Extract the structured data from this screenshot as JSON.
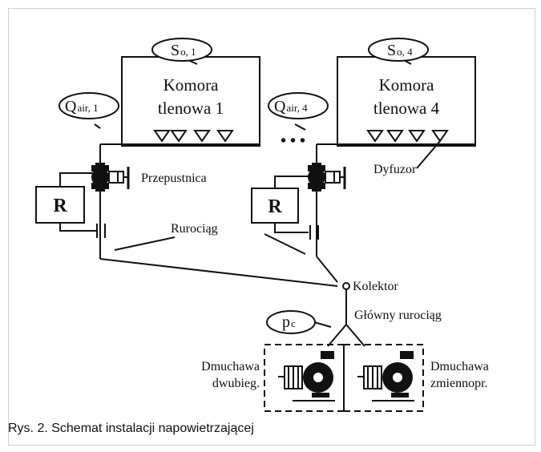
{
  "chamber1": {
    "line1": "Komora",
    "line2": "tlenowa 1"
  },
  "chamber4": {
    "line1": "Komora",
    "line2": "tlenowa 4"
  },
  "so1": {
    "main": "S",
    "sub": "o, 1"
  },
  "so4": {
    "main": "S",
    "sub": "o, 4"
  },
  "qair1": {
    "main": "Q",
    "sub": "air, 1"
  },
  "qair4": {
    "main": "Q",
    "sub": "air, 4"
  },
  "ellipsis": "• • •",
  "controller_label": "R",
  "labels": {
    "throttle": "Przepustnica",
    "diffuser": "Dyfuzor",
    "pipeline": "Rurociąg",
    "collector": "Kolektor",
    "main_pipeline": "Główny rurociąg",
    "blower1_line1": "Dmuchawa",
    "blower1_line2": "dwubieg.",
    "blower2_line1": "Dmuchawa",
    "blower2_line2": "zmiennopr."
  },
  "pc": {
    "main": "p",
    "sub": "c"
  },
  "caption": "Rys. 2. Schemat instalacji napowietrzającej",
  "colors": {
    "line": "#111111",
    "valve": "#111111"
  }
}
